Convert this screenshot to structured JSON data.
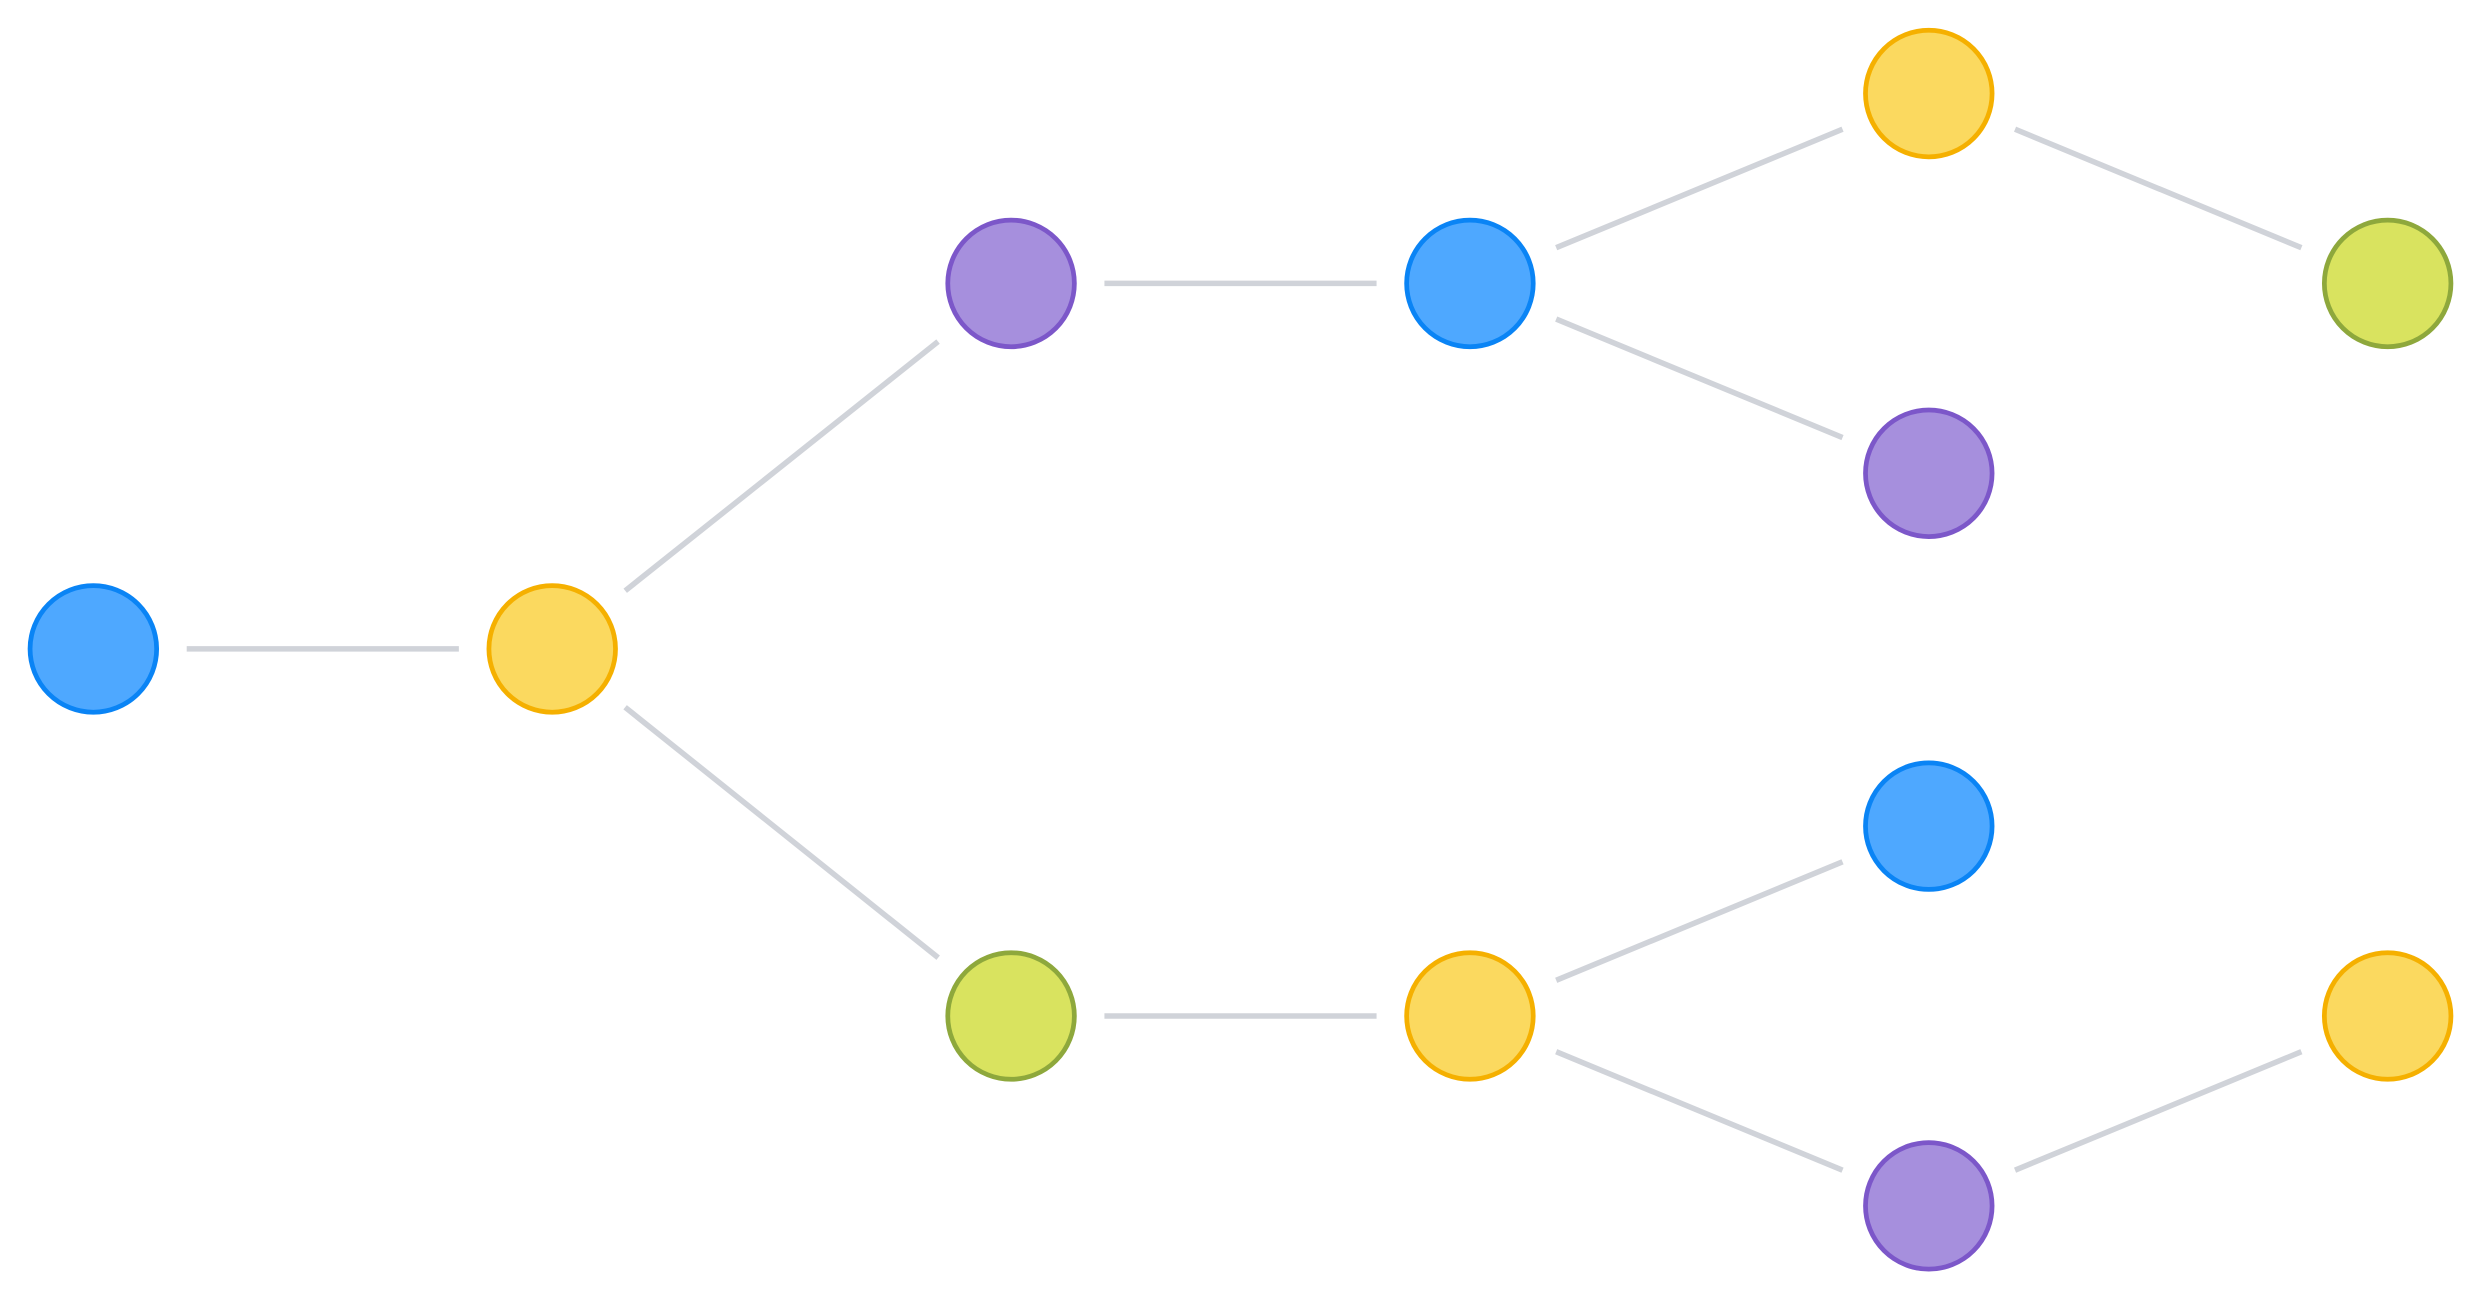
{
  "palette": {
    "blue": {
      "fill": "#4ea8ff",
      "stroke": "#0a84f5"
    },
    "yellow": {
      "fill": "#fbd95f",
      "stroke": "#f5b000"
    },
    "purple": {
      "fill": "#a68fdd",
      "stroke": "#7c57c9"
    },
    "green": {
      "fill": "#d9e35f",
      "stroke": "#8ea83c"
    },
    "edge": "#d0d3d9"
  },
  "nodes": [
    {
      "id": "n1",
      "color": "blue"
    },
    {
      "id": "n2",
      "color": "yellow"
    },
    {
      "id": "n3",
      "color": "purple"
    },
    {
      "id": "n4",
      "color": "green"
    },
    {
      "id": "n5",
      "color": "blue"
    },
    {
      "id": "n6",
      "color": "yellow"
    },
    {
      "id": "n7",
      "color": "yellow"
    },
    {
      "id": "n8",
      "color": "purple"
    },
    {
      "id": "n9",
      "color": "green"
    },
    {
      "id": "n10",
      "color": "blue"
    },
    {
      "id": "n11",
      "color": "purple"
    },
    {
      "id": "n12",
      "color": "yellow"
    }
  ],
  "edges": [
    [
      "n1",
      "n2"
    ],
    [
      "n2",
      "n3"
    ],
    [
      "n2",
      "n4"
    ],
    [
      "n3",
      "n5"
    ],
    [
      "n4",
      "n6"
    ],
    [
      "n5",
      "n7"
    ],
    [
      "n5",
      "n8"
    ],
    [
      "n7",
      "n9"
    ],
    [
      "n6",
      "n10"
    ],
    [
      "n6",
      "n11"
    ],
    [
      "n11",
      "n12"
    ]
  ]
}
